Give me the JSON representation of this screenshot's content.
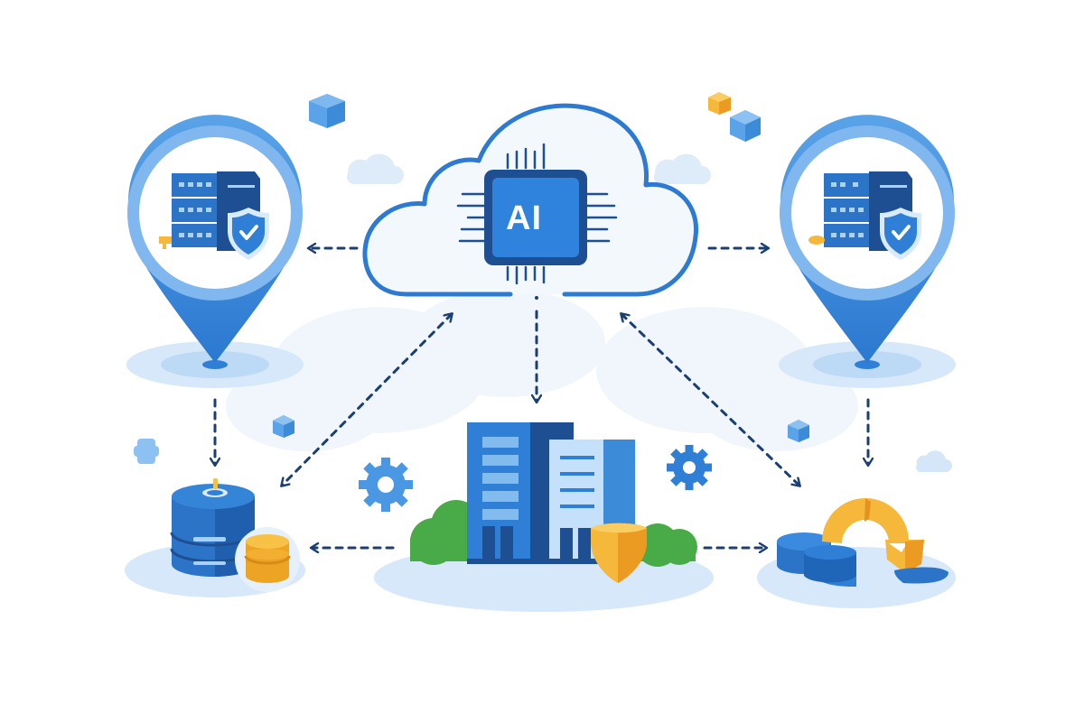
{
  "diagram": {
    "type": "hybrid-cloud-ai-architecture-illustration",
    "center": {
      "label": "AI",
      "icon": "cloud-ai-chip-icon"
    },
    "nodes": [
      {
        "id": "left-location",
        "icon": "map-pin-server-shield-icon"
      },
      {
        "id": "right-location",
        "icon": "map-pin-server-shield-icon"
      },
      {
        "id": "left-storage",
        "icon": "database-coins-icon"
      },
      {
        "id": "center-office",
        "icon": "office-buildings-shield-icon"
      },
      {
        "id": "right-backup",
        "icon": "storage-sync-arc-icon"
      }
    ],
    "connections": [
      {
        "from": "cloud",
        "to": "left-location",
        "style": "dashed",
        "arrow": "end"
      },
      {
        "from": "cloud",
        "to": "right-location",
        "style": "dashed",
        "arrow": "end"
      },
      {
        "from": "cloud",
        "to": "center-office",
        "style": "dashed",
        "arrow": "end"
      },
      {
        "from": "left-storage",
        "to": "cloud",
        "style": "dashed",
        "arrow": "both"
      },
      {
        "from": "right-backup",
        "to": "cloud",
        "style": "dashed",
        "arrow": "both"
      },
      {
        "from": "left-location",
        "to": "left-storage",
        "style": "dashed",
        "arrow": "end"
      },
      {
        "from": "right-location",
        "to": "right-backup",
        "style": "dashed",
        "arrow": "end"
      },
      {
        "from": "center-office",
        "to": "left-storage",
        "style": "dashed",
        "arrow": "end"
      },
      {
        "from": "center-office",
        "to": "right-backup",
        "style": "dashed",
        "arrow": "end"
      }
    ],
    "decorations": [
      "cube-icon",
      "cube-icon",
      "cube-icon",
      "cube-icon",
      "cube-icon",
      "gear-icon",
      "gear-icon",
      "puzzle-icon",
      "small-cloud-icon"
    ]
  },
  "colors": {
    "primary_blue": "#2f7fd6",
    "dark_blue": "#1a4f97",
    "navy_arrow": "#1b3f73",
    "light_blue": "#a9cdf2",
    "pale_blue": "#dcebfa",
    "accent_yellow": "#f6b83a",
    "accent_orange": "#eb9a22",
    "green": "#49ab48"
  }
}
